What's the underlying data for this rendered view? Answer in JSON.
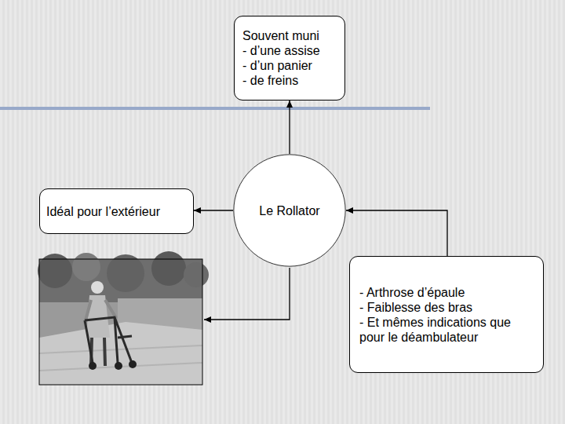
{
  "diagram": {
    "nodes": [
      {
        "text": [
          "Souvent muni",
          "- d’une assise",
          "- d’un panier",
          "- de freins"
        ]
      },
      {
        "text": [
          "Idéal pour l’extérieur"
        ]
      },
      {
        "text": [
          "Le Rollator"
        ]
      },
      {
        "text": [
          "- Arthrose d’épaule",
          "- Faiblesse des bras",
          "- Et mêmes indications que pour le déambulateur"
        ]
      }
    ],
    "edges": [
      {
        "from": 2,
        "to": 0,
        "arrow": "to"
      },
      {
        "from": 2,
        "to": 1,
        "arrow": "to"
      },
      {
        "from": 3,
        "to": 2,
        "arrow": "to"
      }
    ]
  }
}
